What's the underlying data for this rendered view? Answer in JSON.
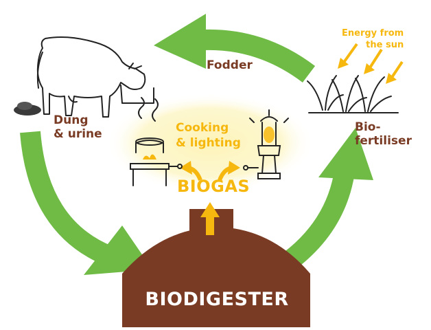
{
  "labels": {
    "fodder": "Fodder",
    "dung_line1": "Dung",
    "dung_line2": "& urine",
    "biofertiliser_line1": "Bio-",
    "biofertiliser_line2": "fertiliser",
    "energy_line1": "Energy from",
    "energy_line2": "the sun",
    "cooking_line1": "Cooking",
    "cooking_line2": "& lighting",
    "biogas": "BIOGAS",
    "biodigester": "BIODIGESTER"
  },
  "colors": {
    "arrow_green": "#6fbb45",
    "digester_brown": "#7a3b24",
    "biogas_gold": "#f6b80f",
    "glow_yellow": "#fdf3b8"
  }
}
